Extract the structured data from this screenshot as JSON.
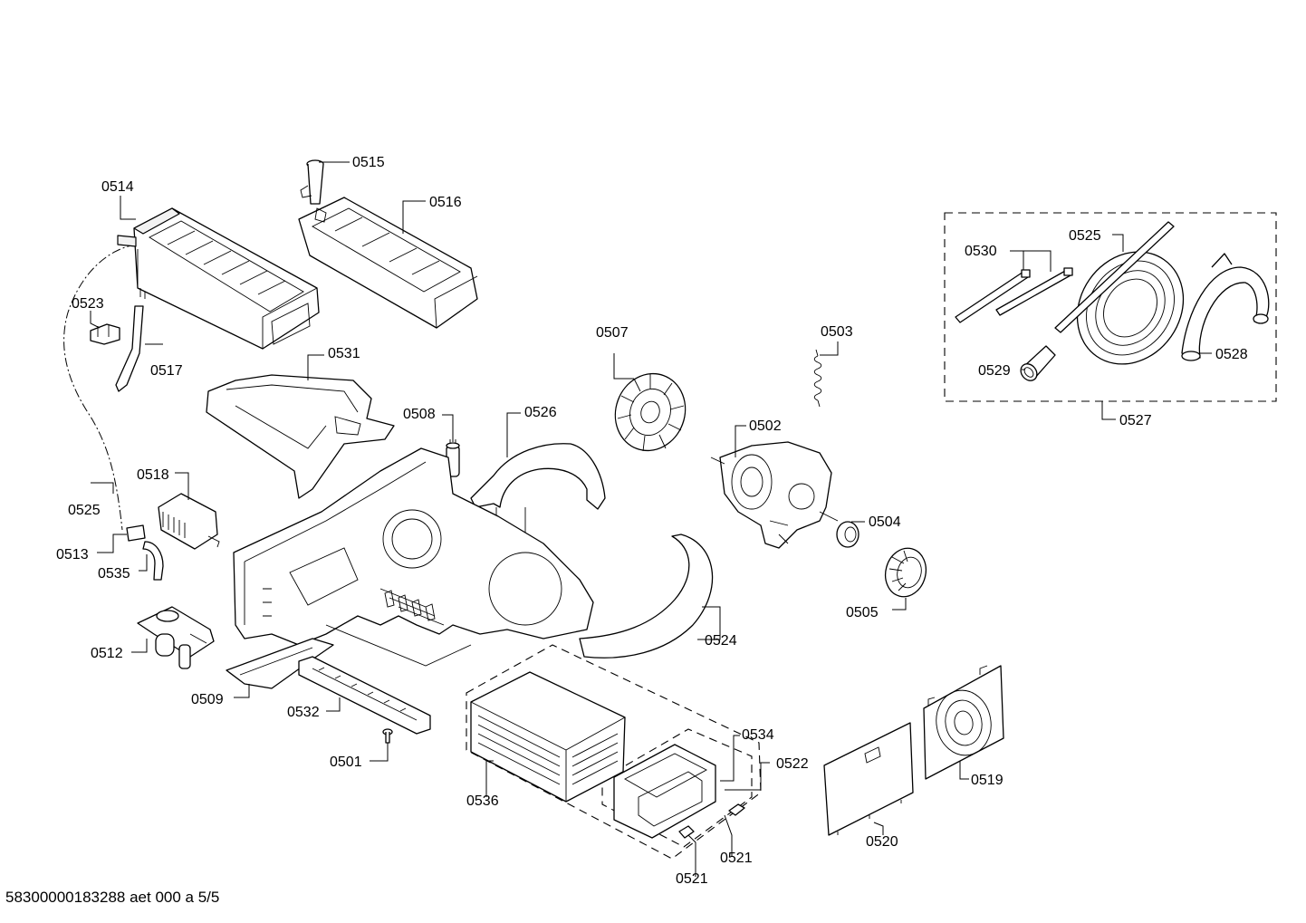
{
  "document_id": "58300000183288 aet 000 a 5/5",
  "labels": {
    "p0501": "0501",
    "p0502": "0502",
    "p0503": "0503",
    "p0504": "0504",
    "p0505": "0505",
    "p0507": "0507",
    "p0508": "0508",
    "p0509": "0509",
    "p0512": "0512",
    "p0513": "0513",
    "p0514": "0514",
    "p0515": "0515",
    "p0516": "0516",
    "p0517": "0517",
    "p0518": "0518",
    "p0519": "0519",
    "p0520": "0520",
    "p0521a": "0521",
    "p0521b": "0521",
    "p0522": "0522",
    "p0523": "0523",
    "p0524": "0524",
    "p0525a": "0525",
    "p0525b": "0525",
    "p0526": "0526",
    "p0527": "0527",
    "p0528": "0528",
    "p0529": "0529",
    "p0530": "0530",
    "p0531": "0531",
    "p0532": "0532",
    "p0534": "0534",
    "p0535": "0535",
    "p0536": "0536"
  }
}
